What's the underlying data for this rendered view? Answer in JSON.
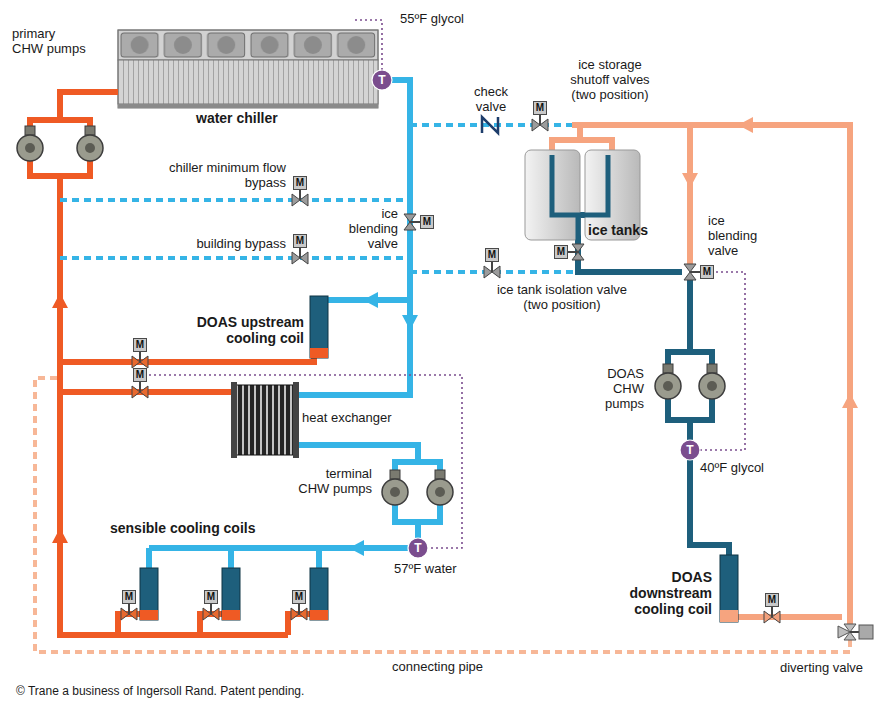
{
  "diagram": {
    "labels": [
      "primary CHW pumps",
      "55ºF glycol",
      "water chiller",
      "check valve",
      "ice storage shutoff valves (two position)",
      "chiller minimum flow bypass",
      "ice blending valve",
      "building bypass",
      "ice tanks",
      "ice blending valve",
      "ice tank isolation valve (two position)",
      "DOAS upstream cooling coil",
      "heat exchanger",
      "DOAS CHW pumps",
      "40ºF glycol",
      "terminal CHW pumps",
      "sensible cooling coils",
      "57ºF water",
      "DOAS downstream cooling coil",
      "connecting pipe",
      "diverting valve",
      "© Trane a business of Ingersoll Rand. Patent pending.",
      "M",
      "M",
      "M",
      "M",
      "M",
      "M",
      "M",
      "M",
      "M",
      "M",
      "M",
      "M",
      "M",
      "T",
      "T",
      "T"
    ]
  }
}
